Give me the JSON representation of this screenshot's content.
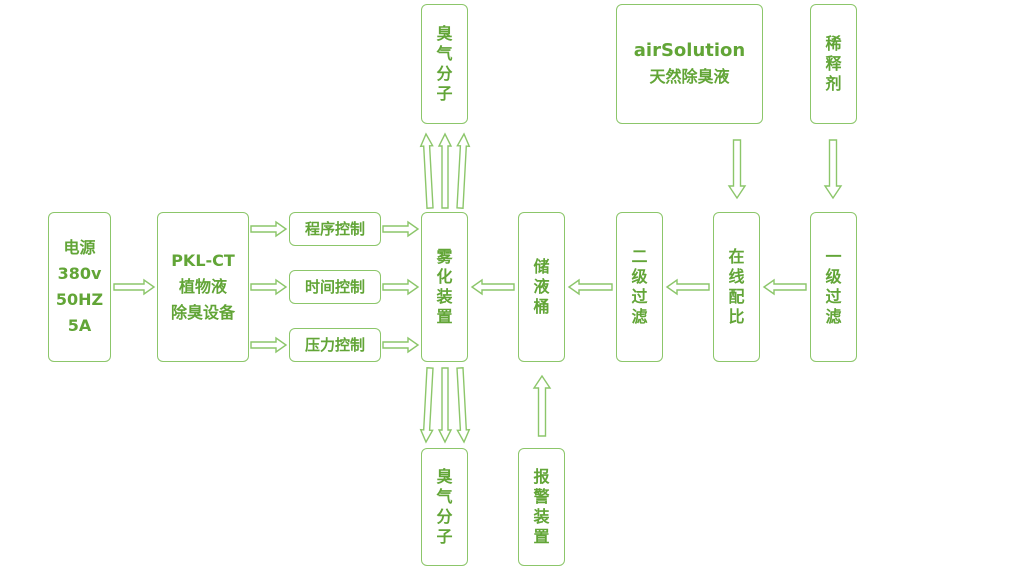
{
  "power": {
    "line1": "电源",
    "line2": "380v",
    "line3": "50HZ",
    "line4": "5A"
  },
  "equipment": {
    "line1": "PKL-CT",
    "line2": "植物液",
    "line3": "除臭设备"
  },
  "controls": {
    "program": "程序控制",
    "time": "时间控制",
    "pressure": "压力控制"
  },
  "atomizer": {
    "c1": "雾",
    "c2": "化",
    "c3": "装",
    "c4": "置"
  },
  "odor_top": {
    "c1": "臭",
    "c2": "气",
    "c3": "分",
    "c4": "子"
  },
  "odor_bottom": {
    "c1": "臭",
    "c2": "气",
    "c3": "分",
    "c4": "子"
  },
  "tank": {
    "c1": "储",
    "c2": "液",
    "c3": "桶"
  },
  "alarm": {
    "c1": "报",
    "c2": "警",
    "c3": "装",
    "c4": "置"
  },
  "filter2": {
    "c1": "二",
    "c2": "级",
    "c3": "过",
    "c4": "滤"
  },
  "mixing": {
    "c1": "在",
    "c2": "线",
    "c3": "配",
    "c4": "比"
  },
  "filter1": {
    "c1": "一",
    "c2": "级",
    "c3": "过",
    "c4": "滤"
  },
  "solution": {
    "brand": "airSolution",
    "name": "天然除臭液"
  },
  "diluent": {
    "c1": "稀",
    "c2": "释",
    "c3": "剂"
  },
  "colors": {
    "stroke": "#8cc66a",
    "text": "#62a537",
    "background": "#ffffff"
  }
}
